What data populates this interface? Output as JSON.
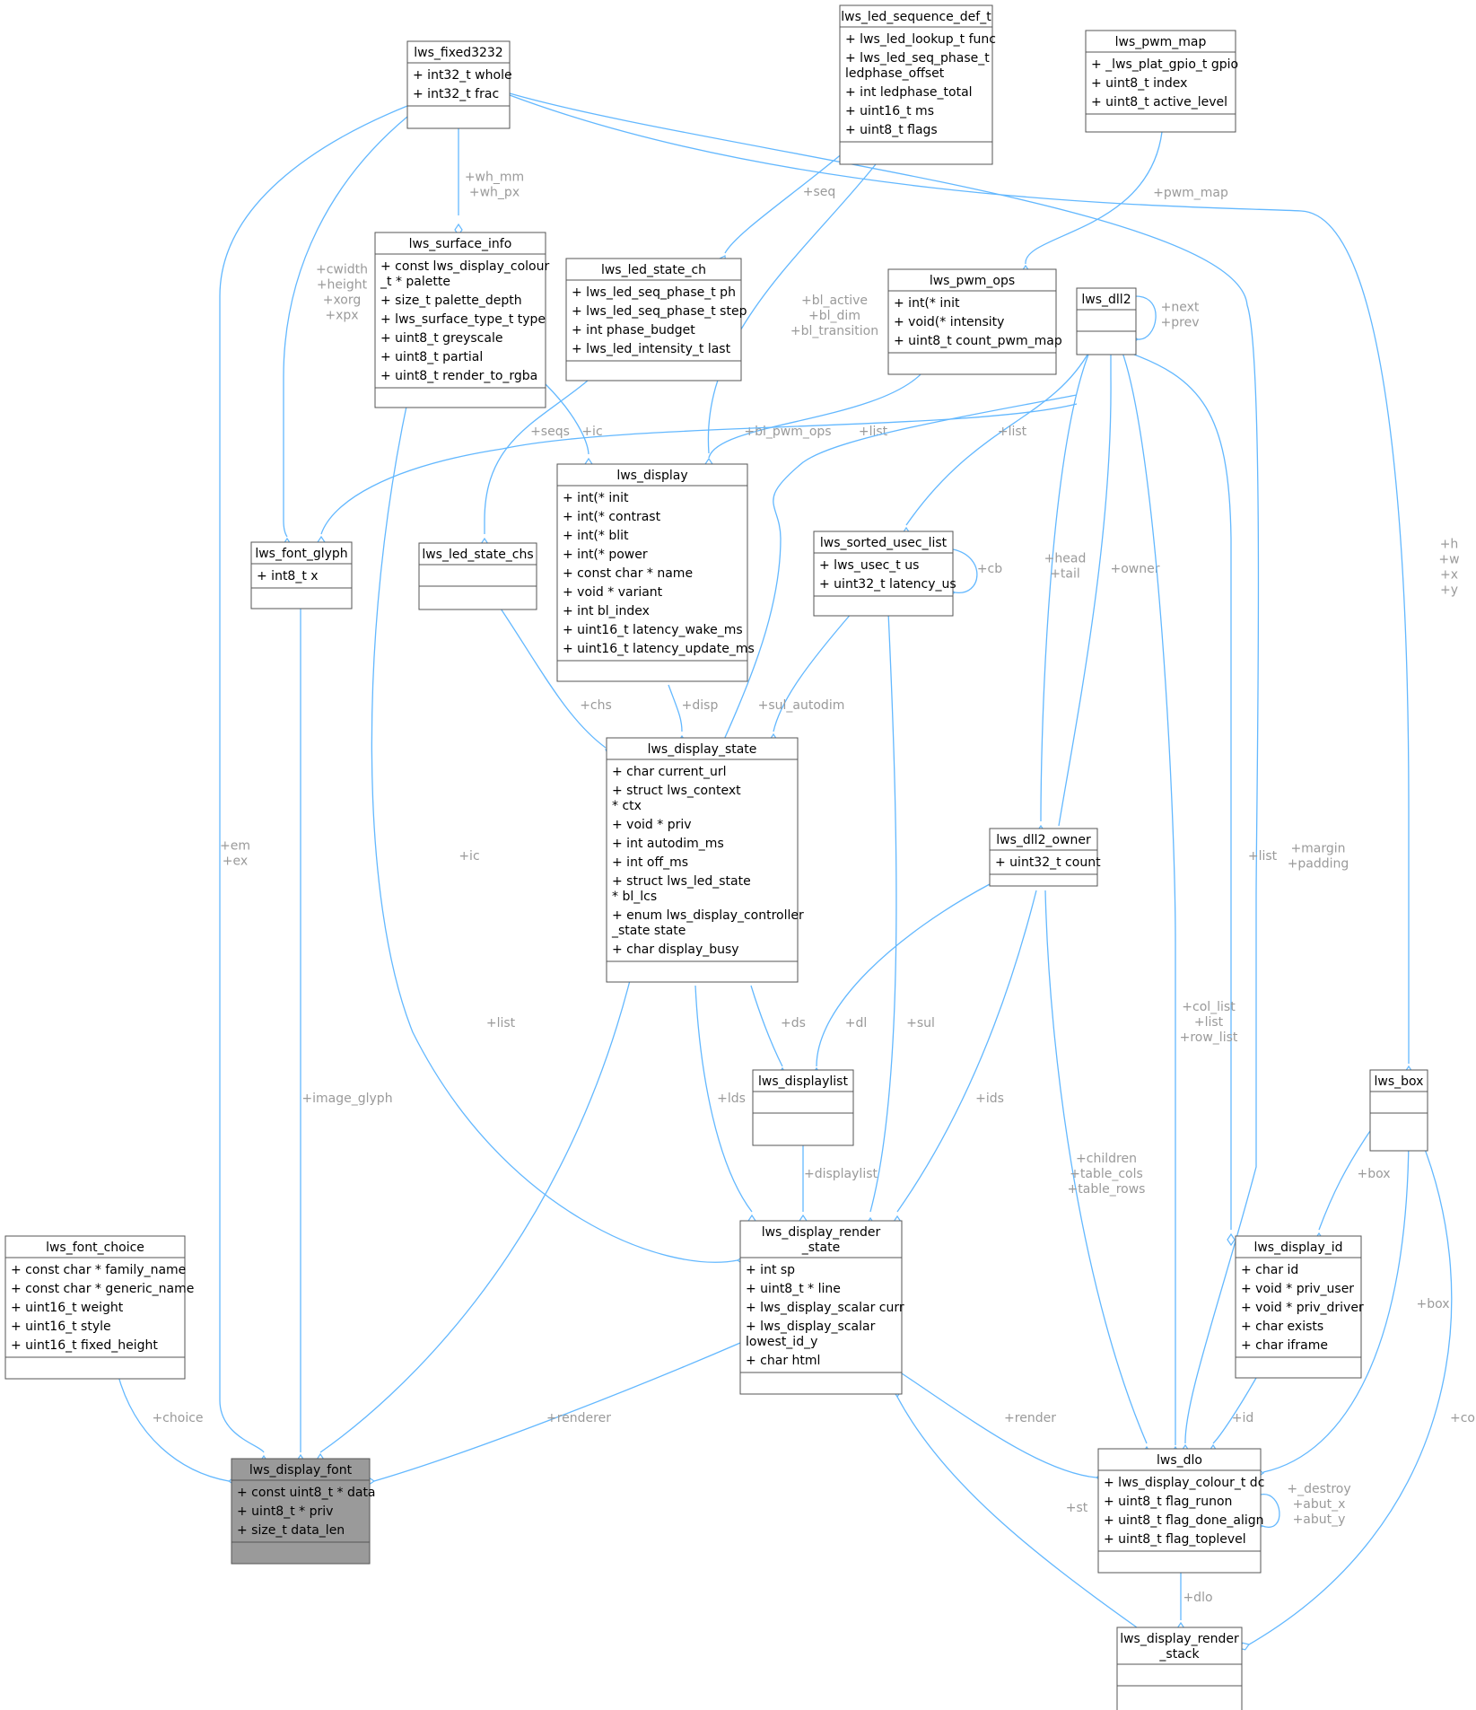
{
  "diagram": {
    "colors": {
      "edge": "#63b8ff",
      "box_border": "#555555",
      "box_fill": "#ffffff",
      "highlight_fill": "#9a9a9a",
      "label": "#9a9a9a"
    },
    "highlighted_class": "lws_display_font",
    "classes": [
      {
        "id": "lws_fixed3232",
        "title": [
          "lws_fixed3232"
        ],
        "members": [
          [
            "+ int32_t whole"
          ],
          [
            "+ int32_t frac"
          ]
        ]
      },
      {
        "id": "lws_led_sequence_def_t",
        "title": [
          "lws_led_sequence_def_t"
        ],
        "members": [
          [
            "+ lws_led_lookup_t func"
          ],
          [
            "+ lws_led_seq_phase_t",
            "   ledphase_offset"
          ],
          [
            "+ int ledphase_total"
          ],
          [
            "+ uint16_t ms"
          ],
          [
            "+ uint8_t flags"
          ]
        ]
      },
      {
        "id": "lws_pwm_map",
        "title": [
          "lws_pwm_map"
        ],
        "members": [
          [
            "+ _lws_plat_gpio_t gpio"
          ],
          [
            "+ uint8_t index"
          ],
          [
            "+ uint8_t active_level"
          ]
        ]
      },
      {
        "id": "lws_surface_info",
        "title": [
          "lws_surface_info"
        ],
        "members": [
          [
            "+ const lws_display_colour",
            "   _t * palette"
          ],
          [
            "+ size_t palette_depth"
          ],
          [
            "+ lws_surface_type_t type"
          ],
          [
            "+ uint8_t greyscale"
          ],
          [
            "+ uint8_t partial"
          ],
          [
            "+ uint8_t render_to_rgba"
          ]
        ]
      },
      {
        "id": "lws_led_state_ch",
        "title": [
          "lws_led_state_ch"
        ],
        "members": [
          [
            "+ lws_led_seq_phase_t ph"
          ],
          [
            "+ lws_led_seq_phase_t step"
          ],
          [
            "+ int phase_budget"
          ],
          [
            "+ lws_led_intensity_t last"
          ]
        ]
      },
      {
        "id": "lws_pwm_ops",
        "title": [
          "lws_pwm_ops"
        ],
        "members": [
          [
            "+ int(* init"
          ],
          [
            "+ void(* intensity"
          ],
          [
            "+ uint8_t count_pwm_map"
          ]
        ]
      },
      {
        "id": "lws_dll2",
        "title": [
          "lws_dll2"
        ],
        "members": []
      },
      {
        "id": "lws_display",
        "title": [
          "lws_display"
        ],
        "members": [
          [
            "+ int(* init"
          ],
          [
            "+ int(* contrast"
          ],
          [
            "+ int(* blit"
          ],
          [
            "+ int(* power"
          ],
          [
            "+ const char * name"
          ],
          [
            "+ void * variant"
          ],
          [
            "+ int bl_index"
          ],
          [
            "+ uint16_t latency_wake_ms"
          ],
          [
            "+ uint16_t latency_update_ms"
          ]
        ]
      },
      {
        "id": "lws_font_glyph",
        "title": [
          "lws_font_glyph"
        ],
        "members": [
          [
            "+    int8_t x"
          ]
        ]
      },
      {
        "id": "lws_led_state_chs",
        "title": [
          "lws_led_state_chs"
        ],
        "members": []
      },
      {
        "id": "lws_sorted_usec_list",
        "title": [
          "lws_sorted_usec_list"
        ],
        "members": [
          [
            "+ lws_usec_t us"
          ],
          [
            "+ uint32_t latency_us"
          ]
        ]
      },
      {
        "id": "lws_display_state",
        "title": [
          "lws_display_state"
        ],
        "members": [
          [
            "+ char current_url"
          ],
          [
            "+ struct lws_context",
            "   * ctx"
          ],
          [
            "+ void * priv"
          ],
          [
            "+ int autodim_ms"
          ],
          [
            "+ int off_ms"
          ],
          [
            "+ struct lws_led_state",
            "   * bl_lcs"
          ],
          [
            "+ enum lws_display_controller",
            "   _state state"
          ],
          [
            "+ char display_busy"
          ]
        ]
      },
      {
        "id": "lws_dll2_owner",
        "title": [
          "lws_dll2_owner"
        ],
        "members": [
          [
            "+ uint32_t count"
          ]
        ]
      },
      {
        "id": "lws_displaylist",
        "title": [
          "lws_displaylist"
        ],
        "members": []
      },
      {
        "id": "lws_box",
        "title": [
          "lws_box"
        ],
        "members": []
      },
      {
        "id": "lws_font_choice",
        "title": [
          "lws_font_choice"
        ],
        "members": [
          [
            "+ const char * family_name"
          ],
          [
            "+ const char * generic_name"
          ],
          [
            "+ uint16_t weight"
          ],
          [
            "+ uint16_t style"
          ],
          [
            "+ uint16_t fixed_height"
          ]
        ]
      },
      {
        "id": "lws_display_render_state",
        "title": [
          "lws_display_render",
          "_state"
        ],
        "members": [
          [
            "+ int sp"
          ],
          [
            "+ uint8_t * line"
          ],
          [
            "+ lws_display_scalar curr"
          ],
          [
            "+ lws_display_scalar",
            "   lowest_id_y"
          ],
          [
            "+ char html"
          ]
        ]
      },
      {
        "id": "lws_display_id",
        "title": [
          "lws_display_id"
        ],
        "members": [
          [
            "+ char id"
          ],
          [
            "+ void * priv_user"
          ],
          [
            "+ void * priv_driver"
          ],
          [
            "+ char exists"
          ],
          [
            "+ char iframe"
          ]
        ]
      },
      {
        "id": "lws_display_font",
        "title": [
          "lws_display_font"
        ],
        "members": [
          [
            "+ const uint8_t * data"
          ],
          [
            "+ uint8_t * priv"
          ],
          [
            "+ size_t data_len"
          ]
        ]
      },
      {
        "id": "lws_dlo",
        "title": [
          "lws_dlo"
        ],
        "members": [
          [
            "+ lws_display_colour_t dc"
          ],
          [
            "+ uint8_t flag_runon"
          ],
          [
            "+ uint8_t flag_done_align"
          ],
          [
            "+ uint8_t flag_toplevel"
          ]
        ]
      },
      {
        "id": "lws_display_render_stack",
        "title": [
          "lws_display_render",
          "_stack"
        ],
        "members": []
      }
    ],
    "edges": [
      {
        "id": "e_em",
        "label": [
          "+em",
          "+ex"
        ]
      },
      {
        "id": "e_whmm",
        "label": [
          "+wh_mm",
          "+wh_px"
        ]
      },
      {
        "id": "e_cwidth",
        "label": [
          "+cwidth",
          "+height",
          "+xorg",
          "+xpx"
        ]
      },
      {
        "id": "e_margin",
        "label": [
          "+margin",
          "+padding"
        ]
      },
      {
        "id": "e_hwxy",
        "label": [
          "+h",
          "+w",
          "+x",
          "+y"
        ]
      },
      {
        "id": "e_seq",
        "label": [
          "+seq"
        ]
      },
      {
        "id": "e_bl",
        "label": [
          "+bl_active",
          "+bl_dim",
          "+bl_transition"
        ]
      },
      {
        "id": "e_pwmmap",
        "label": [
          "+pwm_map"
        ]
      },
      {
        "id": "e_nextprev",
        "label": [
          "+next",
          "+prev"
        ]
      },
      {
        "id": "e_seqs",
        "label": [
          "+seqs"
        ]
      },
      {
        "id": "e_ic_disp",
        "label": [
          "+ic"
        ]
      },
      {
        "id": "e_blpwm",
        "label": [
          "+bl_pwm_ops"
        ]
      },
      {
        "id": "e_list_glyph",
        "label": [
          "+list"
        ]
      },
      {
        "id": "e_list_sul",
        "label": [
          "+list"
        ]
      },
      {
        "id": "e_cb",
        "label": [
          "+cb"
        ]
      },
      {
        "id": "e_headtail",
        "label": [
          "+head",
          "+tail"
        ]
      },
      {
        "id": "e_owner",
        "label": [
          "+owner"
        ]
      },
      {
        "id": "e_chs",
        "label": [
          "+chs"
        ]
      },
      {
        "id": "e_disp",
        "label": [
          "+disp"
        ]
      },
      {
        "id": "e_sulautodim",
        "label": [
          "+sul_autodim"
        ]
      },
      {
        "id": "e_ic_rs",
        "label": [
          "+ic"
        ]
      },
      {
        "id": "e_list_font",
        "label": [
          "+list"
        ]
      },
      {
        "id": "e_list_id",
        "label": [
          "+list"
        ]
      },
      {
        "id": "e_collist",
        "label": [
          "+col_list",
          "+list",
          "+row_list"
        ]
      },
      {
        "id": "e_ds",
        "label": [
          "+ds"
        ]
      },
      {
        "id": "e_dl",
        "label": [
          "+dl"
        ]
      },
      {
        "id": "e_sul",
        "label": [
          "+sul"
        ]
      },
      {
        "id": "e_imageglyph",
        "label": [
          "+image_glyph"
        ]
      },
      {
        "id": "e_lds",
        "label": [
          "+lds"
        ]
      },
      {
        "id": "e_ids",
        "label": [
          "+ids"
        ]
      },
      {
        "id": "e_displaylist",
        "label": [
          "+displaylist"
        ]
      },
      {
        "id": "e_children",
        "label": [
          "+children",
          "+table_cols",
          "+table_rows"
        ]
      },
      {
        "id": "e_box_id",
        "label": [
          "+box"
        ]
      },
      {
        "id": "e_box_dlo",
        "label": [
          "+box"
        ]
      },
      {
        "id": "e_co",
        "label": [
          "+co"
        ]
      },
      {
        "id": "e_choice",
        "label": [
          "+choice"
        ]
      },
      {
        "id": "e_renderer",
        "label": [
          "+renderer"
        ]
      },
      {
        "id": "e_render",
        "label": [
          "+render"
        ]
      },
      {
        "id": "e_id",
        "label": [
          "+id"
        ]
      },
      {
        "id": "e_destroy",
        "label": [
          "+_destroy",
          "+abut_x",
          "+abut_y"
        ]
      },
      {
        "id": "e_st",
        "label": [
          "+st"
        ]
      },
      {
        "id": "e_dlo",
        "label": [
          "+dlo"
        ]
      }
    ]
  }
}
